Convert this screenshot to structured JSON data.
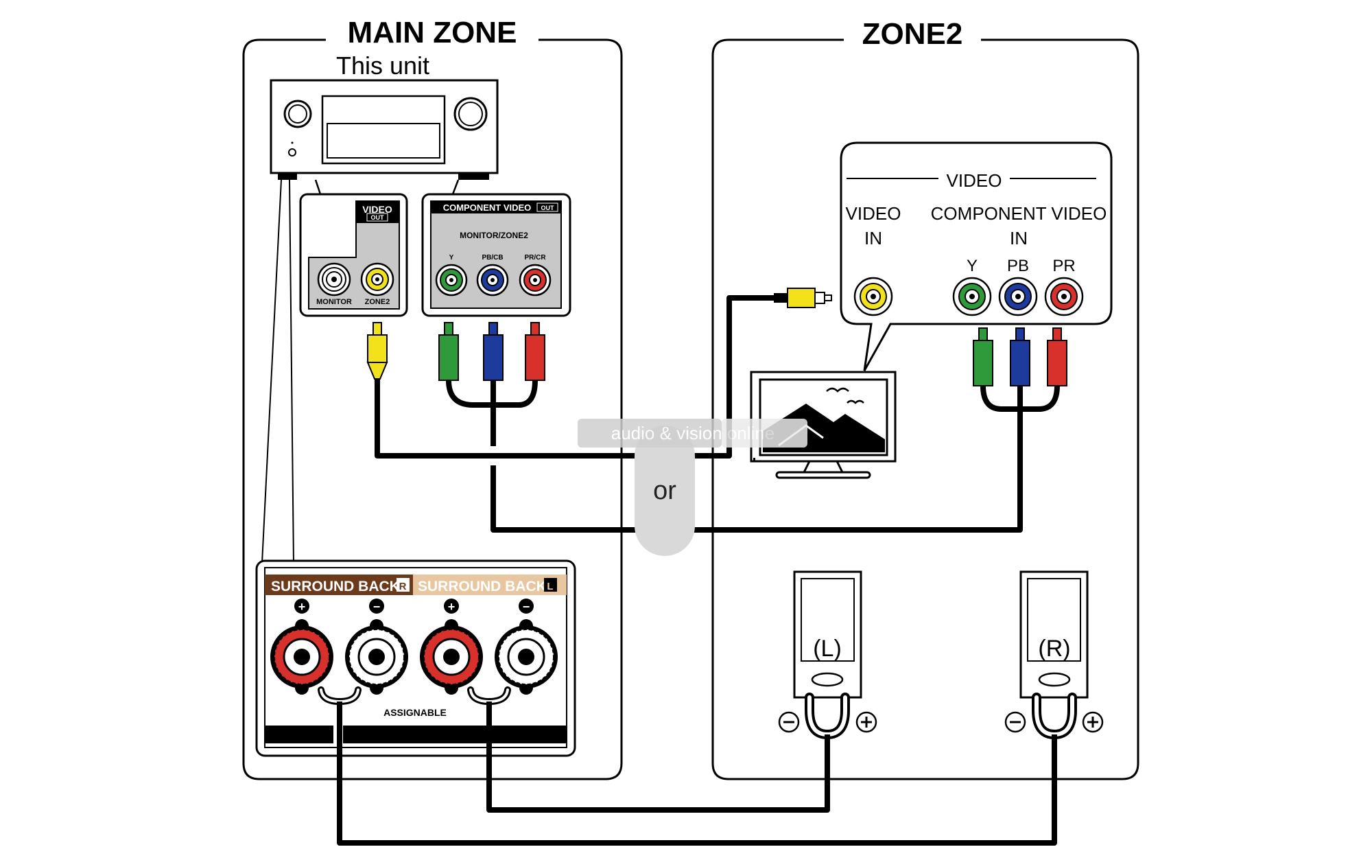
{
  "zones": {
    "main_title": "MAIN ZONE",
    "zone2_title": "ZONE2",
    "unit_label": "This unit"
  },
  "receiver_panels": {
    "video_out_title": "VIDEO",
    "video_out_badge": "OUT",
    "monitor_label": "MONITOR",
    "zone2_label": "ZONE2",
    "component_title": "COMPONENT VIDEO",
    "component_badge": "OUT",
    "component_sub": "MONITOR/ZONE2",
    "y_label": "Y",
    "pb_label": "PB/CB",
    "pr_label": "PR/CR"
  },
  "tv_callout": {
    "heading": "VIDEO",
    "video_in_line1": "VIDEO",
    "video_in_line2": "IN",
    "component_line1": "COMPONENT VIDEO",
    "component_line2": "IN",
    "y_label": "Y",
    "pb_label": "PB",
    "pr_label": "PR"
  },
  "separator": "or",
  "watermark": "audio & vision online",
  "speaker_terminals": {
    "left_header": "SURROUND BACK",
    "left_badge": "R",
    "right_header": "SURROUND BACK",
    "right_badge": "L",
    "plus": "+",
    "minus": "−",
    "assignable": "ASSIGNABLE"
  },
  "speakers": {
    "left": "(L)",
    "right": "(R)"
  },
  "colors": {
    "yellow": "#f2e21b",
    "green": "#2e9a3a",
    "blue": "#1c3b9c",
    "red": "#d8302a",
    "header_dark": "#6b3a1a",
    "header_light": "#e8c7a0",
    "panel_gray": "#c8c8c8"
  }
}
